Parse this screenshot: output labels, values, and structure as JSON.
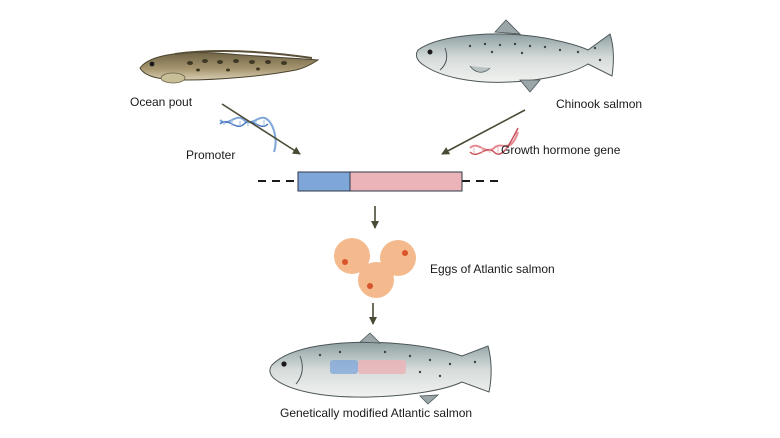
{
  "labels": {
    "ocean_pout": "Ocean pout",
    "chinook_salmon": "Chinook salmon",
    "promoter": "Promoter",
    "growth_hormone_gene": "Growth hormone gene",
    "eggs": "Eggs of Atlantic salmon",
    "gm_salmon": "Genetically modified Atlantic salmon"
  },
  "colors": {
    "promoter": "#7fa6d9",
    "gene": "#eab4b8",
    "arrow": "#4a4a35",
    "egg": "#f4b98c",
    "egg_nucleus": "#d9532b",
    "salmon_body": "#c9d1cf",
    "pout_body": "#9a8a63"
  },
  "icons": [
    "ocean-pout-fish",
    "chinook-salmon-fish",
    "dna-helix",
    "egg",
    "gm-salmon-fish"
  ]
}
